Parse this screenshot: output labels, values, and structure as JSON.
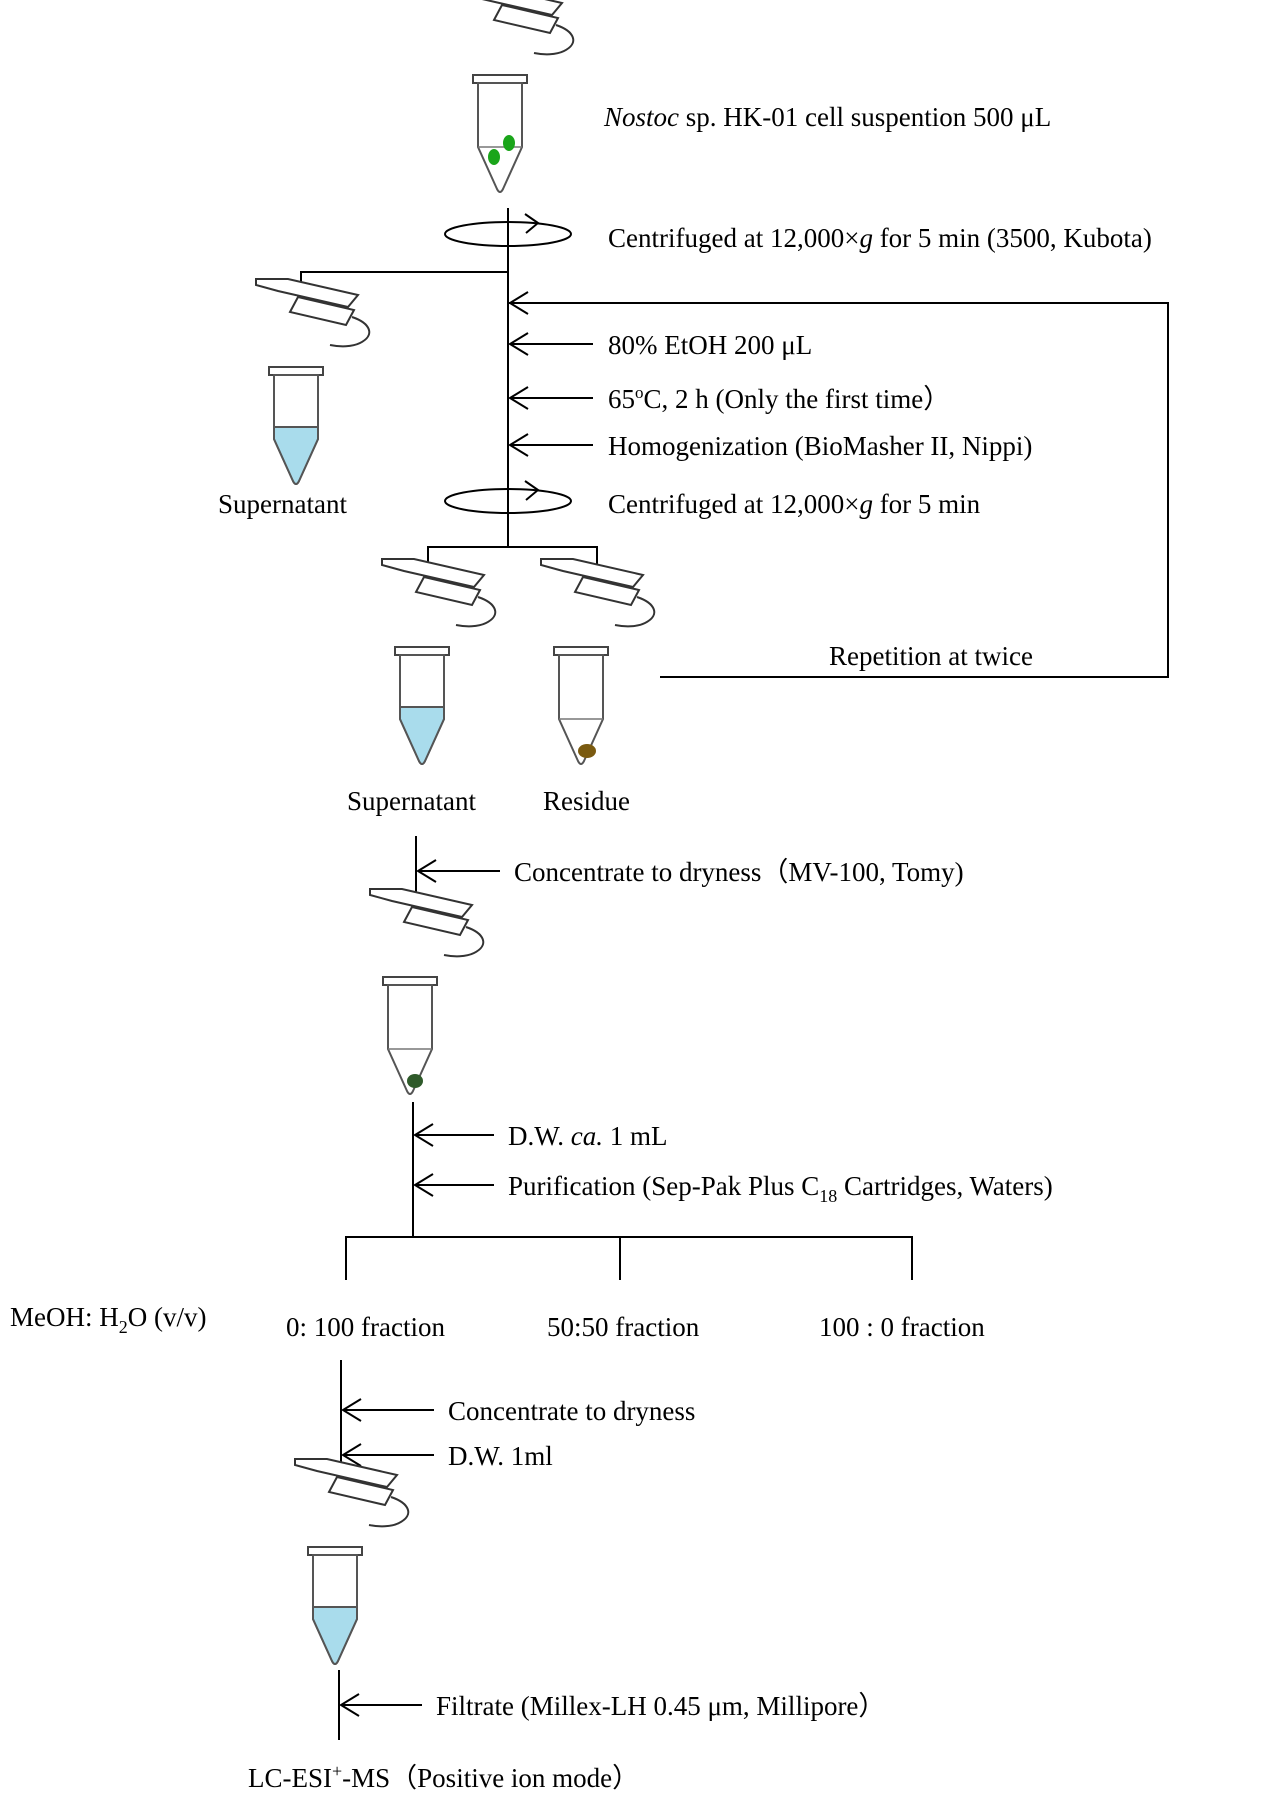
{
  "start": {
    "organism_italic": "Nostoc",
    "label_rest": " sp. HK-01 cell suspention 500 μL"
  },
  "step1": {
    "centrifuge_prefix": "Centrifuged at 12,000",
    "times": "×",
    "g": "g",
    "centrifuge_suffix": " for 5 min (3500, Kubota)"
  },
  "loop": {
    "ethanol": "80% EtOH 200 μL",
    "heat_65": "65",
    "heat_deg": "o",
    "heat_rest": "C, 2 h (Only the first time）",
    "homogenize": "Homogenization (BioMasher II, Nippi)",
    "centrifuge_prefix": "Centrifuged at 12,000",
    "times": "×",
    "g": "g",
    "centrifuge_suffix": " for 5 min",
    "repeat": "Repetition at twice"
  },
  "labels": {
    "supernatant_first": "Supernatant",
    "supernatant": "Supernatant",
    "residue": "Residue"
  },
  "concentrate1": "Concentrate to dryness（MV-100, Tomy)",
  "dw_ca": {
    "prefix": "D.W. ",
    "italic": "ca.",
    "suffix": " 1 mL"
  },
  "purification": {
    "prefix": "Purification (Sep-Pak Plus C",
    "sub": "18",
    "suffix": " Cartridges, Waters)"
  },
  "meoh": {
    "prefix": "MeOH: H",
    "sub": "2",
    "suffix": "O (v/v)"
  },
  "fractions": [
    "0: 100 fraction",
    "50:50 fraction",
    "100 : 0  fraction"
  ],
  "concentrate2": "Concentrate to dryness",
  "dw_1ml": "D.W. 1ml",
  "filtrate": "Filtrate (Millex-LH 0.45 μm, Millipore）",
  "final": {
    "prefix": "LC-ESI",
    "sup": "+",
    "suffix": "-MS（Positive ion mode）"
  },
  "colors": {
    "cells_green": "#1aa51a",
    "liquid_blue": "#a9dcec",
    "pellet_brown": "#7a5a10",
    "pellet_dark_green": "#2f5a2a"
  }
}
